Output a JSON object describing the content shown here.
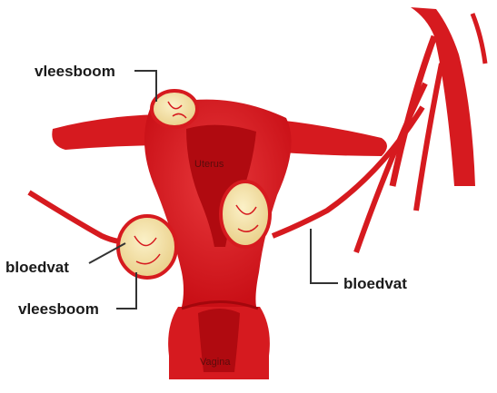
{
  "labels": {
    "fibroid_top": "vleesboom",
    "vessel_left": "bloedvat",
    "fibroid_bottom": "vleesboom",
    "vessel_right": "bloedvat"
  },
  "inner_labels": {
    "uterus": "Uterus",
    "vagina": "Vagina"
  },
  "colors": {
    "tissue": "#d61a1f",
    "tissue_light": "#ee4a4a",
    "tissue_dark": "#b8080f",
    "cavity": "#b00a10",
    "fibroid": "#f6e4a8",
    "leader": "#333333"
  }
}
